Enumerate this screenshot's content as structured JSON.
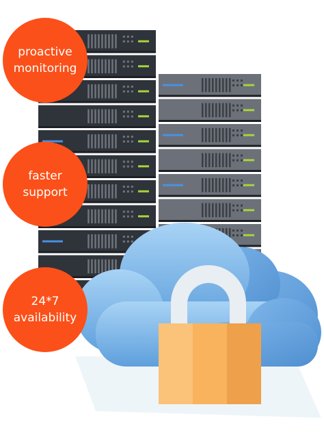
{
  "badges": [
    {
      "label": "proactive\nmonitoring"
    },
    {
      "label": "faster\nsupport"
    },
    {
      "label": "24*7\navailability"
    }
  ],
  "colors": {
    "badge": "#fb5019",
    "server_dark": "#2e3239",
    "server_gray": "#6b7078",
    "led_green": "#a6d33c",
    "led_blue": "#4a90e2",
    "cloud_light": "#9ccaf0",
    "cloud_mid": "#6aa8e0",
    "lock_orange": "#f6a443",
    "lock_shackle": "#e9eef2"
  },
  "icons": [
    "server-rack-icon",
    "cloud-icon",
    "padlock-icon"
  ]
}
